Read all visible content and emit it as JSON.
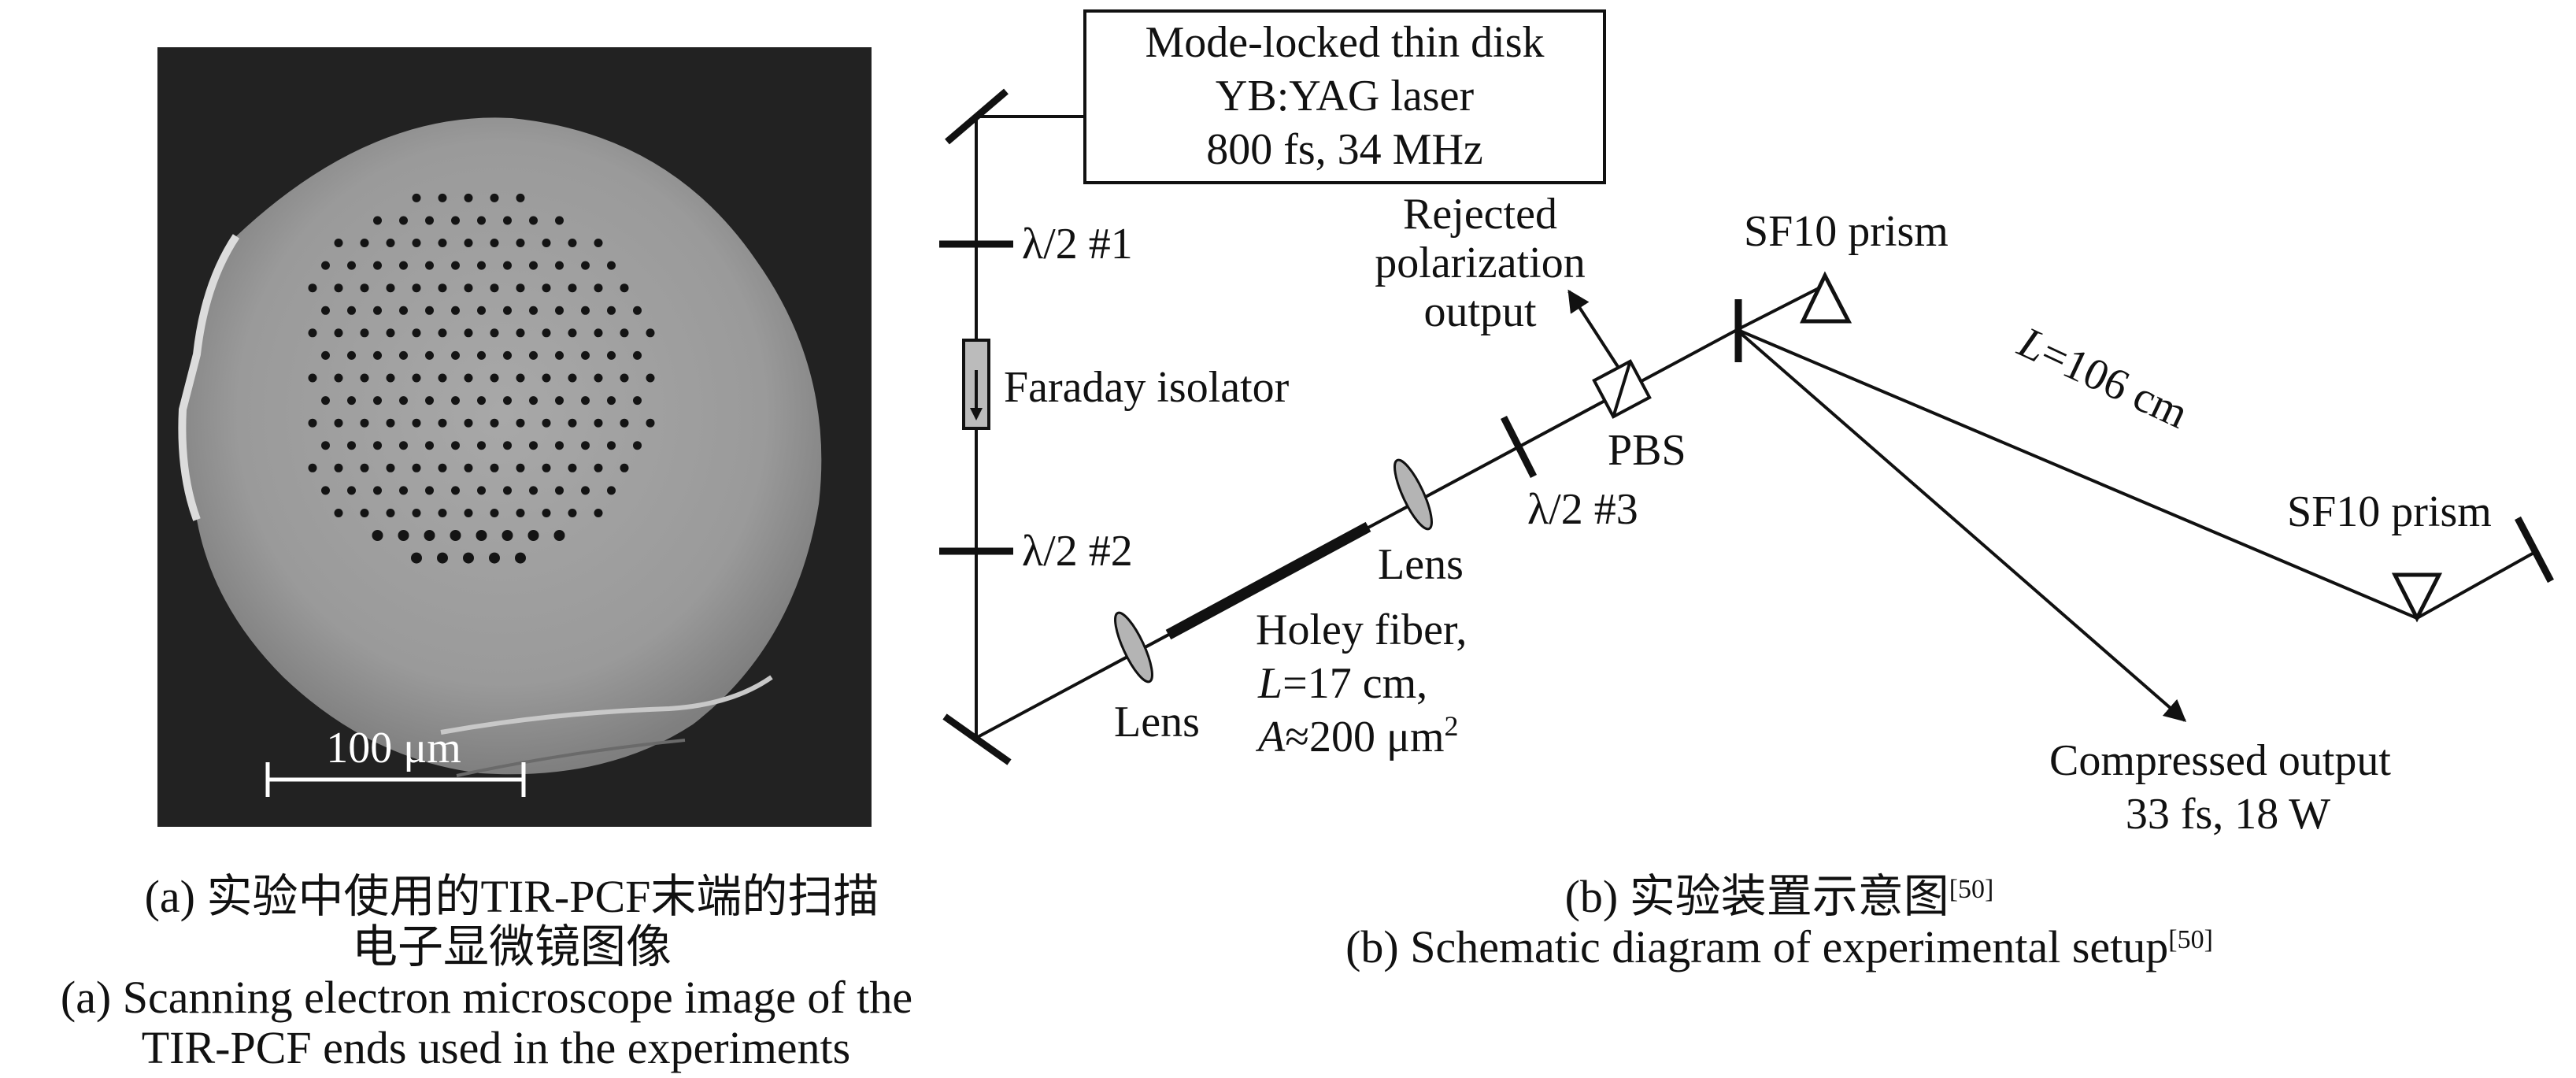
{
  "panel_a": {
    "scale_bar_label": "100 μm",
    "caption_zh_line1": "(a) 实验中使用的TIR-PCF末端的扫描",
    "caption_zh_line2": "电子显微镜图像",
    "caption_en_line1": "(a) Scanning electron microscope image of the",
    "caption_en_line2": "TIR-PCF ends used in the experiments"
  },
  "panel_b": {
    "laser_line1": "Mode-locked thin disk",
    "laser_line2": "YB:YAG laser",
    "laser_line3": "800 fs, 34 MHz",
    "hwp1": "λ/2 #1",
    "isolator": "Faraday isolator",
    "hwp2": "λ/2 #2",
    "lens_left": "Lens",
    "fiber_line1": "Holey fiber,",
    "fiber_line2_var": "L",
    "fiber_line2_val": "=17 cm,",
    "fiber_line3_var": "A",
    "fiber_line3_val": "≈200 μm",
    "fiber_line3_sup": "2",
    "lens_right": "Lens",
    "hwp3": "λ/2 #3",
    "pbs": "PBS",
    "rejected_line1": "Rejected",
    "rejected_line2": "polarization",
    "rejected_line3": "output",
    "prism1": "SF10 prism",
    "prism2": "SF10 prism",
    "length_var": "L",
    "length_val": "=106 cm",
    "output_line1": "Compressed output",
    "output_line2": "33 fs, 18 W",
    "caption_zh": "(b) 实验装置示意图",
    "caption_zh_ref": "[50]",
    "caption_en": "(b) Schematic diagram of experimental setup",
    "caption_en_ref": "[50]"
  }
}
